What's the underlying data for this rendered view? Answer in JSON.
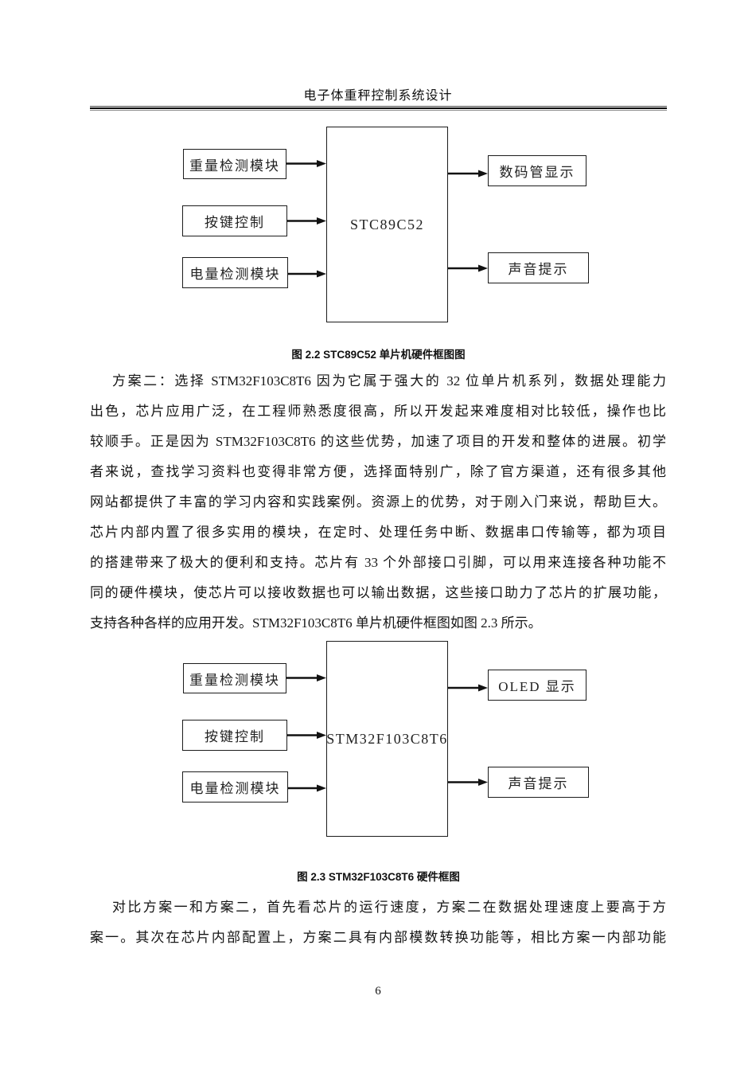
{
  "header": {
    "title": "电子体重秤控制系统设计"
  },
  "figure1": {
    "caption": "图 2.2 STC89C52 单片机硬件框图图",
    "center_label": "STC89C52",
    "inputs": [
      "重量检测模块",
      "按键控制",
      "电量检测模块"
    ],
    "outputs": [
      "数码管显示",
      "声音提示"
    ]
  },
  "paragraph1": {
    "lines": [
      "方案二：选择 STM32F103C8T6 因为它属于强大的 32 位单片机系列，数据处理能力",
      "出色，芯片应用广泛，在工程师熟悉度很高，所以开发起来难度相对比较低，操作也比",
      "较顺手。正是因为 STM32F103C8T6 的这些优势，加速了项目的开发和整体的进展。初学",
      "者来说，查找学习资料也变得非常方便，选择面特别广，除了官方渠道，还有很多其他",
      "网站都提供了丰富的学习内容和实践案例。资源上的优势，对于刚入门来说，帮助巨大。",
      "芯片内部内置了很多实用的模块，在定时、处理任务中断、数据串口传输等，都为项目",
      "的搭建带来了极大的便利和支持。芯片有 33 个外部接口引脚，可以用来连接各种功能不",
      "同的硬件模块，使芯片可以接收数据也可以输出数据，这些接口助力了芯片的扩展功能，",
      "支持各种各样的应用开发。STM32F103C8T6 单片机硬件框图如图 2.3 所示。"
    ]
  },
  "figure2": {
    "caption": "图 2.3 STM32F103C8T6 硬件框图",
    "center_label": "STM32F103C8T6",
    "inputs": [
      "重量检测模块",
      "按键控制",
      "电量检测模块"
    ],
    "outputs": [
      "OLED 显示",
      "声音提示"
    ]
  },
  "paragraph2": {
    "lines": [
      "对比方案一和方案二，首先看芯片的运行速度，方案二在数据处理速度上要高于方",
      "案一。其次在芯片内部配置上，方案二具有内部模数转换功能等，相比方案一内部功能"
    ]
  },
  "footer": {
    "page_number": "6"
  },
  "colors": {
    "ink": "#1a1a1a",
    "paper": "#ffffff"
  }
}
